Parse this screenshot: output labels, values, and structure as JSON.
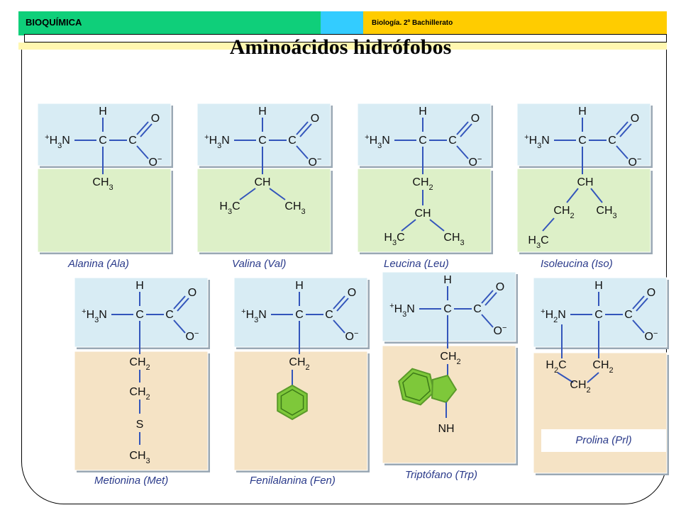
{
  "header": {
    "subject": "BIOQUÍMICA",
    "course": "Biología. 2º Bachillerato"
  },
  "title": "Aminoácidos hidrófobos",
  "colors": {
    "backbone_bg": "#d8ecf4",
    "hydrophobic_side_bg": "#ddf0c8",
    "other_side_bg": "#f5e3c5",
    "bond": "#3355bb",
    "ring": "#7ec83a"
  },
  "labels": {
    "H": "H",
    "C": "C",
    "O": "O",
    "Ominus": "O",
    "minus": "−",
    "NH3": "+H3N",
    "NH2": "+H2N",
    "CH": "CH",
    "CH2": "CH2",
    "CH3": "CH3",
    "H3C": "H3C",
    "H2C": "H2C",
    "S": "S",
    "NH": "NH"
  },
  "amino_acids": [
    {
      "caption": "Alanina (Ala)"
    },
    {
      "caption": "Valina (Val)"
    },
    {
      "caption": "Leucina (Leu)"
    },
    {
      "caption": "Isoleucina (Iso)"
    },
    {
      "caption": "Metionina (Met)"
    },
    {
      "caption": "Fenilalanina (Fen)"
    },
    {
      "caption": "Triptófano (Trp)"
    },
    {
      "caption": "Prolina (Prl)"
    }
  ]
}
